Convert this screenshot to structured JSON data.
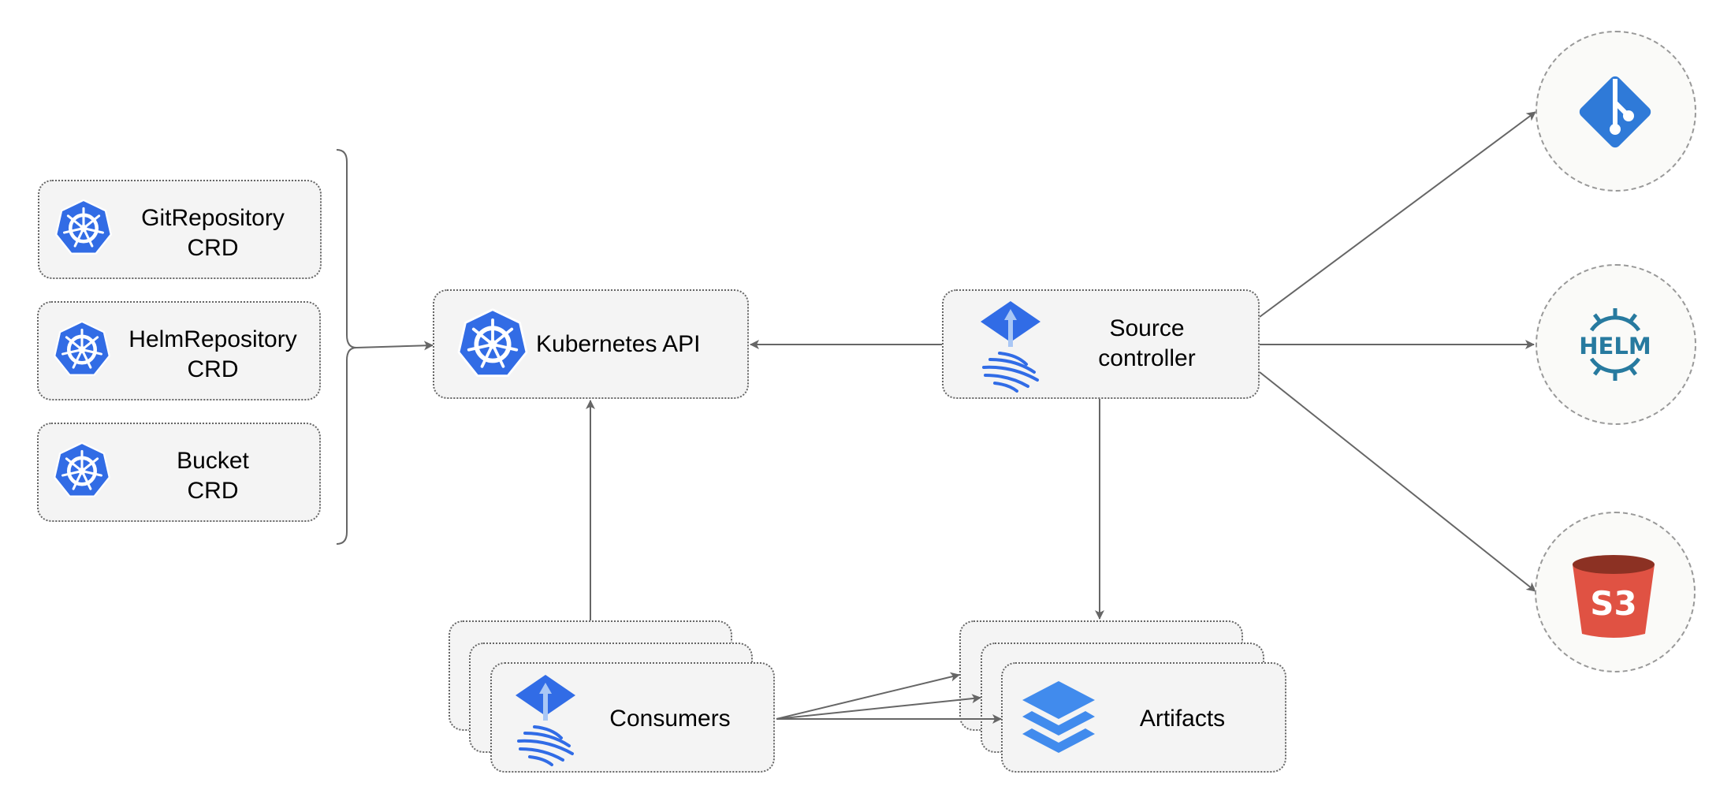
{
  "crds": [
    {
      "name": "GitRepository",
      "kind": "CRD"
    },
    {
      "name": "HelmRepository",
      "kind": "CRD"
    },
    {
      "name": "Bucket",
      "kind": "CRD"
    }
  ],
  "kubernetes_api": {
    "label": "Kubernetes API"
  },
  "source_controller": {
    "line1": "Source",
    "line2": "controller"
  },
  "consumers": {
    "label": "Consumers"
  },
  "artifacts": {
    "label": "Artifacts"
  },
  "sources": {
    "helm_text": "HELM",
    "s3_text": "S3"
  },
  "colors": {
    "k8s_blue": "#326ce5",
    "flux_blue": "#316ce6",
    "git_blue": "#2f7ad8",
    "helm_teal": "#277a9f",
    "s3_red": "#e05243",
    "s3_dark": "#8c3123",
    "layers_blue": "#418bed",
    "arrow": "#666666"
  }
}
